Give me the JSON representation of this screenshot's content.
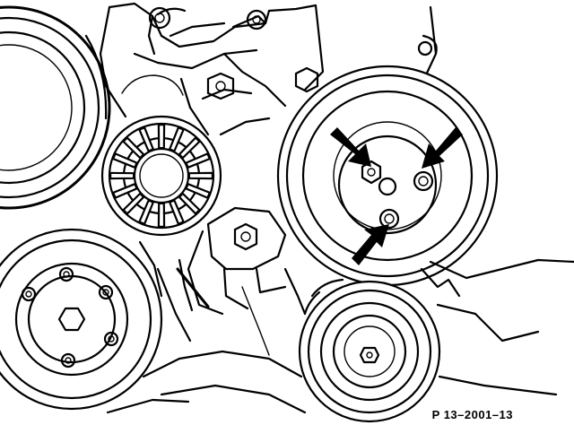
{
  "figure": {
    "reference_code": "P 13–2001–13"
  },
  "components": [
    {
      "id": "crankshaft-pulley",
      "icon": "pulley-icon"
    },
    {
      "id": "tensioner-pulley",
      "icon": "ribbed-pulley-icon"
    },
    {
      "id": "tensioner-bracket",
      "icon": "bracket-icon"
    },
    {
      "id": "power-steering-pump-pulley",
      "icon": "pulley-icon"
    },
    {
      "id": "ac-compressor-pulley",
      "icon": "pulley-icon"
    },
    {
      "id": "vibration-damper-hub",
      "icon": "hub-icon"
    }
  ],
  "callouts": {
    "count": 3,
    "target": "pulley-mounting-bolts",
    "color": "#000000"
  },
  "colors": {
    "line": "#000000",
    "background": "#ffffff"
  }
}
